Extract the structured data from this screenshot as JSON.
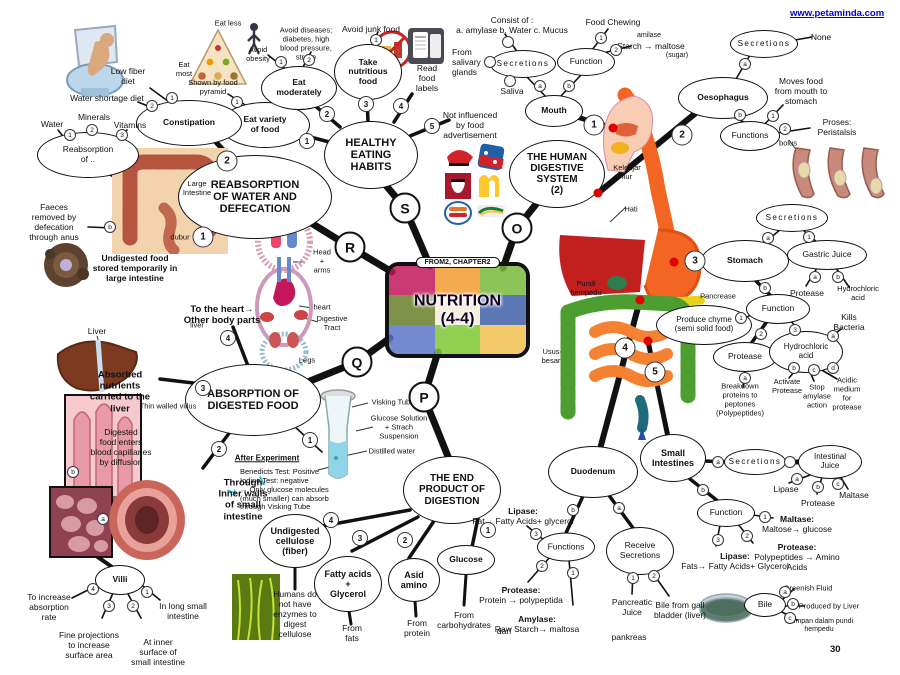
{
  "meta": {
    "url": "www.petaminda.com",
    "page_number": "30"
  },
  "center": {
    "tag": "FROM2, CHAPTER2",
    "title": "NUTRITION (4-4)"
  },
  "hubs": {
    "s": "S",
    "o": "O",
    "r": "R",
    "q": "Q",
    "p": "P"
  },
  "habits": {
    "title": "HEALTHY\nEATING\nHABITS",
    "eat_variety": "Eat variety\nof food",
    "eat_moderately": "Eat\nmoderately",
    "take_nutritious": "Take\nnutritious\nfood",
    "read_labels": "Read\nfood\nlabels",
    "not_influenced": "Not influenced\nby food\nadvertisement",
    "avoid_junk": "Avoid junk food",
    "avoid_obesity": "Avoid\nobesity",
    "avoid_diseases": "Avoid diseases;\ndiabetes, high\nblood pressure,\nstroke",
    "eat_less": "Eat less",
    "eat_most": "Eat\nmost",
    "shown_pyramid": "Shown  by food\npyramid"
  },
  "reabsorption": {
    "title": "REABSORPTION\nOF WATER  AND\nDEFECATION",
    "constipation": "Constipation",
    "low_fiber": "Low fiber\ndiet",
    "water_shortage": "Water shortage diet",
    "reabs_of": "Reabsorption\nof ..",
    "water": "Water",
    "minerals": "Minerals",
    "vitamins": "Vitamins",
    "faeces": "Faeces\nremoved by\ndefecation\nthrough anus",
    "large_intestine": "Large\nIntestine",
    "dubur": "dubur",
    "undigested": "Undigested  food\nstored  temporarily  in\nlarge  intestine"
  },
  "digestive": {
    "title": "THE  HUMAN\nDIGESTIVE\nSYSTEM\n(2)",
    "mouth": "Mouth",
    "secretions": "Secretions",
    "consist": "Consist of :\na. amylase b. Water c. Mucus",
    "from_salivary": "From\nsalivary\nglands",
    "saliva": "Saliva",
    "function": "Function",
    "food_chewing": "Food Chewing",
    "amilase": "amilase",
    "starch": "Starch → maltose",
    "sugar": "(sugar)",
    "kelenjar": "Kelenjar\nliur",
    "hati": "Hati",
    "pundi": "Pundi\nhempedu",
    "usus": "Usus\nbesar",
    "pancrease": "Pancrease",
    "oesophagus": "Oesophagus",
    "oes_secretions": "Secretions",
    "none": "None",
    "oes_functions": "Functions",
    "moves_food": "Moves food\nfrom mouth to\nstomach",
    "proses": "Proses:\nPeristalsis",
    "bolus": "bolus"
  },
  "stomach": {
    "title": "Stomach",
    "secretions": "Secretions",
    "gastric": "Gastric Juice",
    "gj_protease": "Protease",
    "gj_hcl": "Hydrochloric acid",
    "function": "Function",
    "produce_chyme": "Produce chyme\n(semi solid food)",
    "protease": "Protease",
    "breakdown": "Breakdown\nproteins to\npeptones\n(Polypeptides)",
    "hcl": "Hydrochloric\nacid",
    "kills": "Kills\nBacteria",
    "activate": "Activate\nProtease",
    "stop": "Stop\namylase\naction",
    "acidic": "Acidic\nmedium\nfor\nprotease"
  },
  "duodenum": {
    "title": "Duodenum",
    "functions": "Functions",
    "lipase_b": "Lipase:",
    "lipase_t": "Fat→ Fatty Acids+ glycerol",
    "protease_b": "Protease:",
    "protease_t": "Protein → polypeptida",
    "amylase_b": "Amylase:",
    "amylase_t": "Raw Starch→ maltosa",
    "receive": "Receive\nSecretions",
    "pancreatic": "Pancreatic\nJuice",
    "pankreas": "pankreas",
    "bile_from": "Bile from gall\nbladder  (liver)"
  },
  "smallint": {
    "title": "Small\nIntestines",
    "secretions": "Secretions",
    "juice": "Intestinal\nJuice",
    "lipase": "Lipase",
    "protease": "Protease",
    "maltase": "Maltase",
    "function": "Function",
    "maltase2_b": "Maltase:",
    "maltase2_t": "Maltose→ glucose",
    "protease2_b": "Protease:",
    "protease2_t": "Polypeptides  → Amino\nAcids",
    "lipase2_b": "Lipase:",
    "lipase2_t": "Fats→ Fatty Acids+  Glycerol"
  },
  "bile": {
    "title": "Bile",
    "greenish": "Greenish Fluid",
    "produced": "Produced by Liver",
    "disimpan": "disimpan dalam pundi\nhempedu"
  },
  "absorption": {
    "title": "ABSORPTION  OF\nDIGESTED  FOOD",
    "to_heart": "To the heart→\nOther body parts",
    "liver_small": "liver",
    "absorbed": "Absorbed\nnutrients\ncarried to the\nliver",
    "liver": "Liver",
    "head_arms": "Head\n+\narms",
    "heart": "heart",
    "dig_tract": "Digestive\nTract",
    "legs": "Legs",
    "thin_walled": "Thin walled villus",
    "digested": "Digested\nfood enters\nblood capillaries\nby diffusion",
    "through": "Through\nInner walls\nof small\nintestine",
    "visking": "Visking Tube",
    "glucose_sol": "Glucose Solution\n+  Strach\nSuspension",
    "distilled": "Distilled water",
    "after": "After Experiment",
    "benedicts": "Benedicts Test: Positive\nIodine Test: negative\n→ Only glucose molecules\n(much smaller) can absorb\nthrough Visking Tube"
  },
  "villi": {
    "title": "Villi",
    "increase": "To increase\nabsorption\nrate",
    "long": "In long small\nintestine",
    "fine": "Fine projections\nto increase\nsurface area",
    "inner": "At inner\nsurface of\nsmall intestine"
  },
  "endproduct": {
    "title": "THE END\nPRODUCT OF\nDIGESTION",
    "cellulose": "Undigested\ncellulose\n(fiber)",
    "fatty": "Fatty acids\n+\nGlycerol",
    "asid": "Asid\namino",
    "glucose": "Glucose",
    "from_fats": "From\nfats",
    "from_protein": "From\nprotein",
    "from_carbs": "From\ncarbohydrates",
    "dari": "dari",
    "humans": "Humans do\nnot have\nenzymes to\ndigest\ncellulose"
  },
  "marks": {
    "h1": "1",
    "h2": "2",
    "h3": "3",
    "h4": "4",
    "h5": "5",
    "em1": "1",
    "em2": "2",
    "tn1": "1",
    "ev1": "1",
    "cn1": "1",
    "cn2": "2",
    "r1": "1",
    "r2": "2",
    "r3": "3",
    "rb2": "2",
    "rb1": "1",
    "fb": "b",
    "ma": "a",
    "mb": "b",
    "m1": "1",
    "f1": "1",
    "f2": "2",
    "oa": "a",
    "ob": "b",
    "o1": "1",
    "o2": "2",
    "sp2": "2",
    "sp3": "3",
    "sp4": "4",
    "sp5": "5",
    "sta": "a",
    "st1": "1",
    "stb": "b",
    "gja": "a",
    "gjb": "b",
    "fs1": "1",
    "fs2": "2",
    "fs3": "3",
    "ha": "a",
    "hb": "b",
    "hc": "c",
    "hd": "d",
    "pa": "a",
    "db": "b",
    "da": "a",
    "d1": "1",
    "d2": "2",
    "d3": "3",
    "rs1": "1",
    "rs2": "2",
    "sia": "a",
    "sib": "b",
    "ij1": "a",
    "ij2": "b",
    "ij3": "c",
    "sf1": "1",
    "sf2": "2",
    "sf3": "3",
    "ba": "a",
    "bb": "b",
    "bc": "c",
    "e1": "1",
    "e2": "2",
    "e3": "3",
    "e4": "4",
    "ab1": "1",
    "ab2": "2",
    "ab3": "3",
    "ab4": "4",
    "v1": "1",
    "v2": "2",
    "v3": "3",
    "v4": "4",
    "va": "a",
    "vb": "b"
  }
}
